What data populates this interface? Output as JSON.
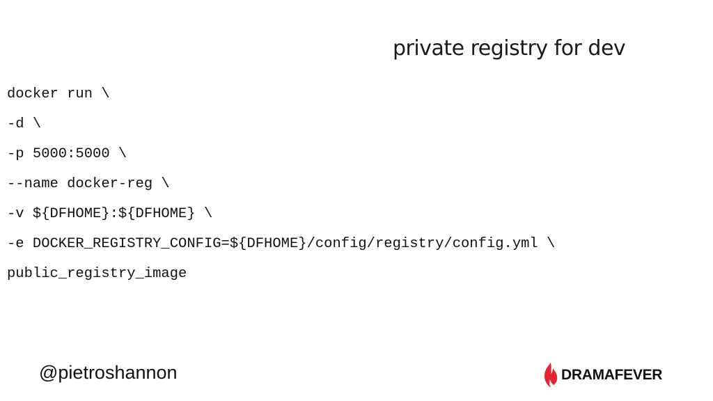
{
  "slide": {
    "title": "private registry for dev",
    "code_lines": [
      "docker run \\",
      "-d \\",
      "-p 5000:5000 \\",
      "--name docker-reg \\",
      "-v ${DFHOME}:${DFHOME} \\",
      "-e DOCKER_REGISTRY_CONFIG=${DFHOME}/config/registry/config.yml \\",
      "public_registry_image"
    ],
    "handle": "@pietroshannon"
  },
  "logo": {
    "icon": "flame-icon",
    "text": "DRAMAFEVER",
    "accent_color": "#e3262f"
  }
}
